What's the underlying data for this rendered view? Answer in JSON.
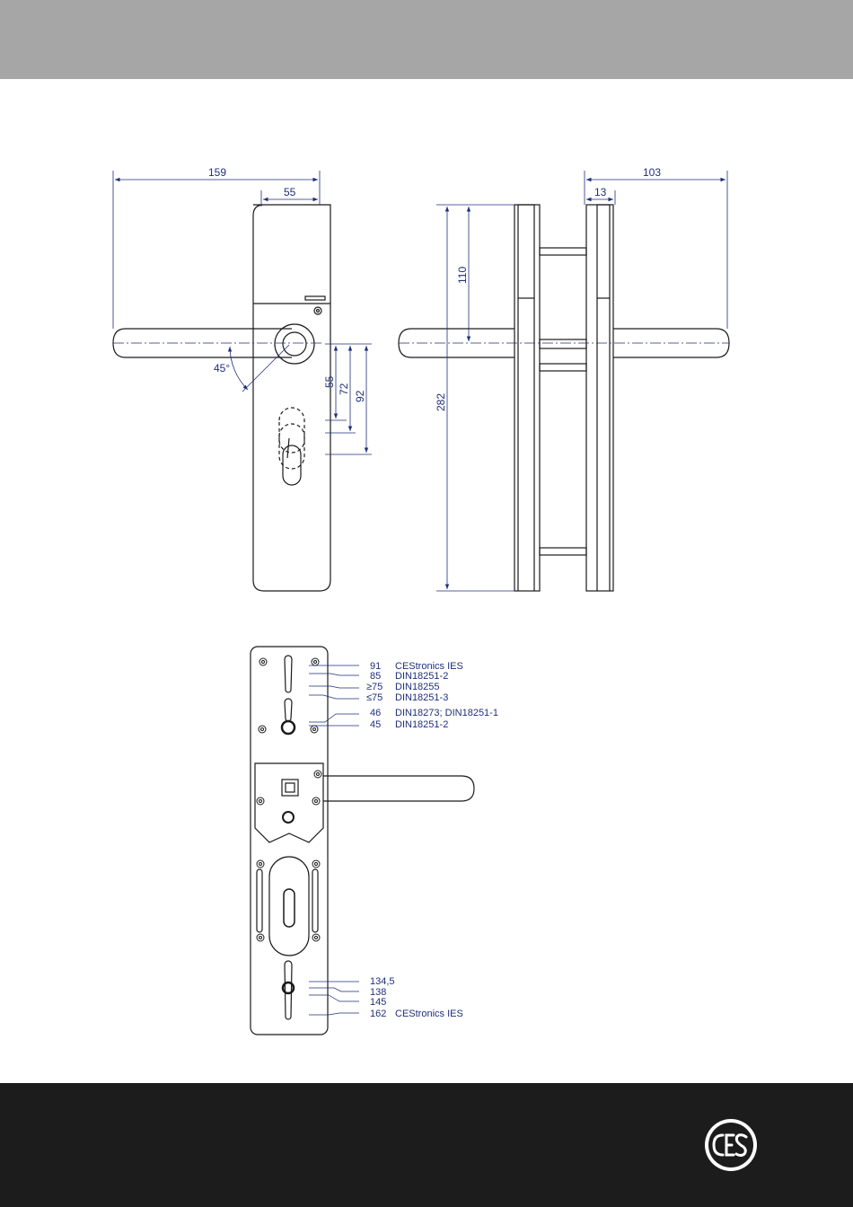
{
  "colors": {
    "header_band": "#a6a6a6",
    "footer_band": "#1c1c1c",
    "drawing_line": "#1a1a1a",
    "dimension": "#1f2f7a"
  },
  "front_view": {
    "dim_159": "159",
    "dim_55_top": "55",
    "angle_45": "45°",
    "dim_55": "55",
    "dim_72": "72",
    "dim_92": "92"
  },
  "side_view": {
    "dim_103": "103",
    "dim_13": "13",
    "dim_110": "110",
    "dim_282": "282"
  },
  "rear_view": {
    "top_labels": [
      {
        "value": "91",
        "text": "CEStronics IES"
      },
      {
        "value": "85",
        "text": "DIN18251-2"
      },
      {
        "value": "≥75",
        "text": "DIN18255"
      },
      {
        "value": "≤75",
        "text": "DIN18251-3"
      },
      {
        "value": "46",
        "text": "DIN18273; DIN18251-1"
      },
      {
        "value": "45",
        "text": "DIN18251-2"
      }
    ],
    "bottom_labels": [
      {
        "value": "134,5",
        "text": ""
      },
      {
        "value": "138",
        "text": ""
      },
      {
        "value": "145",
        "text": ""
      },
      {
        "value": "162",
        "text": "CEStronics IES"
      }
    ]
  },
  "footer": {
    "logo_icon": "ces-logo-icon"
  }
}
